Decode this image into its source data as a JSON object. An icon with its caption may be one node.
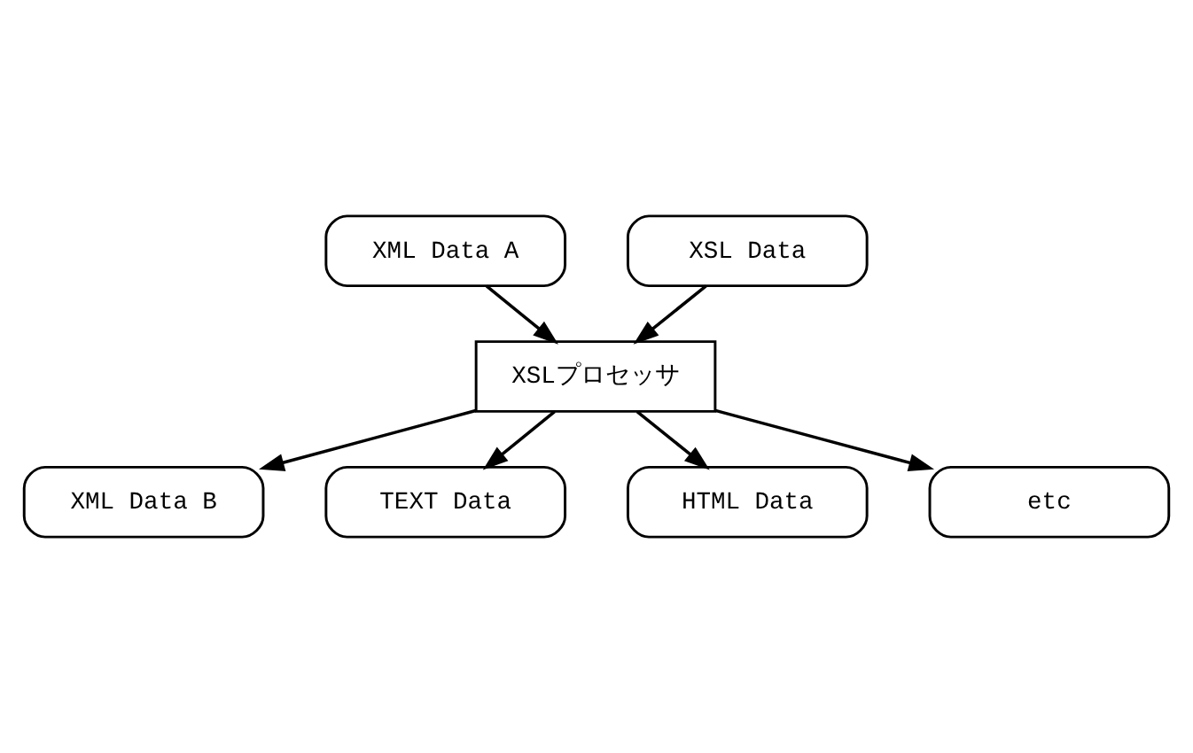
{
  "diagram": {
    "nodes": [
      {
        "text": [
          "XML Data A"
        ]
      },
      {
        "text": [
          "XSL Data"
        ]
      },
      {
        "text": [
          "XSLプロセッサ"
        ]
      },
      {
        "text": [
          "XML Data B"
        ]
      },
      {
        "text": [
          "TEXT Data"
        ]
      },
      {
        "text": [
          "HTML Data"
        ]
      },
      {
        "text": [
          "etc"
        ]
      }
    ],
    "edges": [
      {
        "from": 0,
        "to": 2,
        "arrow": "to"
      },
      {
        "from": 1,
        "to": 2,
        "arrow": "to"
      },
      {
        "from": 2,
        "to": 3,
        "arrow": "to"
      },
      {
        "from": 2,
        "to": 5,
        "arrow": "to"
      },
      {
        "from": 2,
        "to": 4,
        "arrow": "to"
      },
      {
        "from": 2,
        "to": 6,
        "arrow": "to"
      }
    ]
  }
}
